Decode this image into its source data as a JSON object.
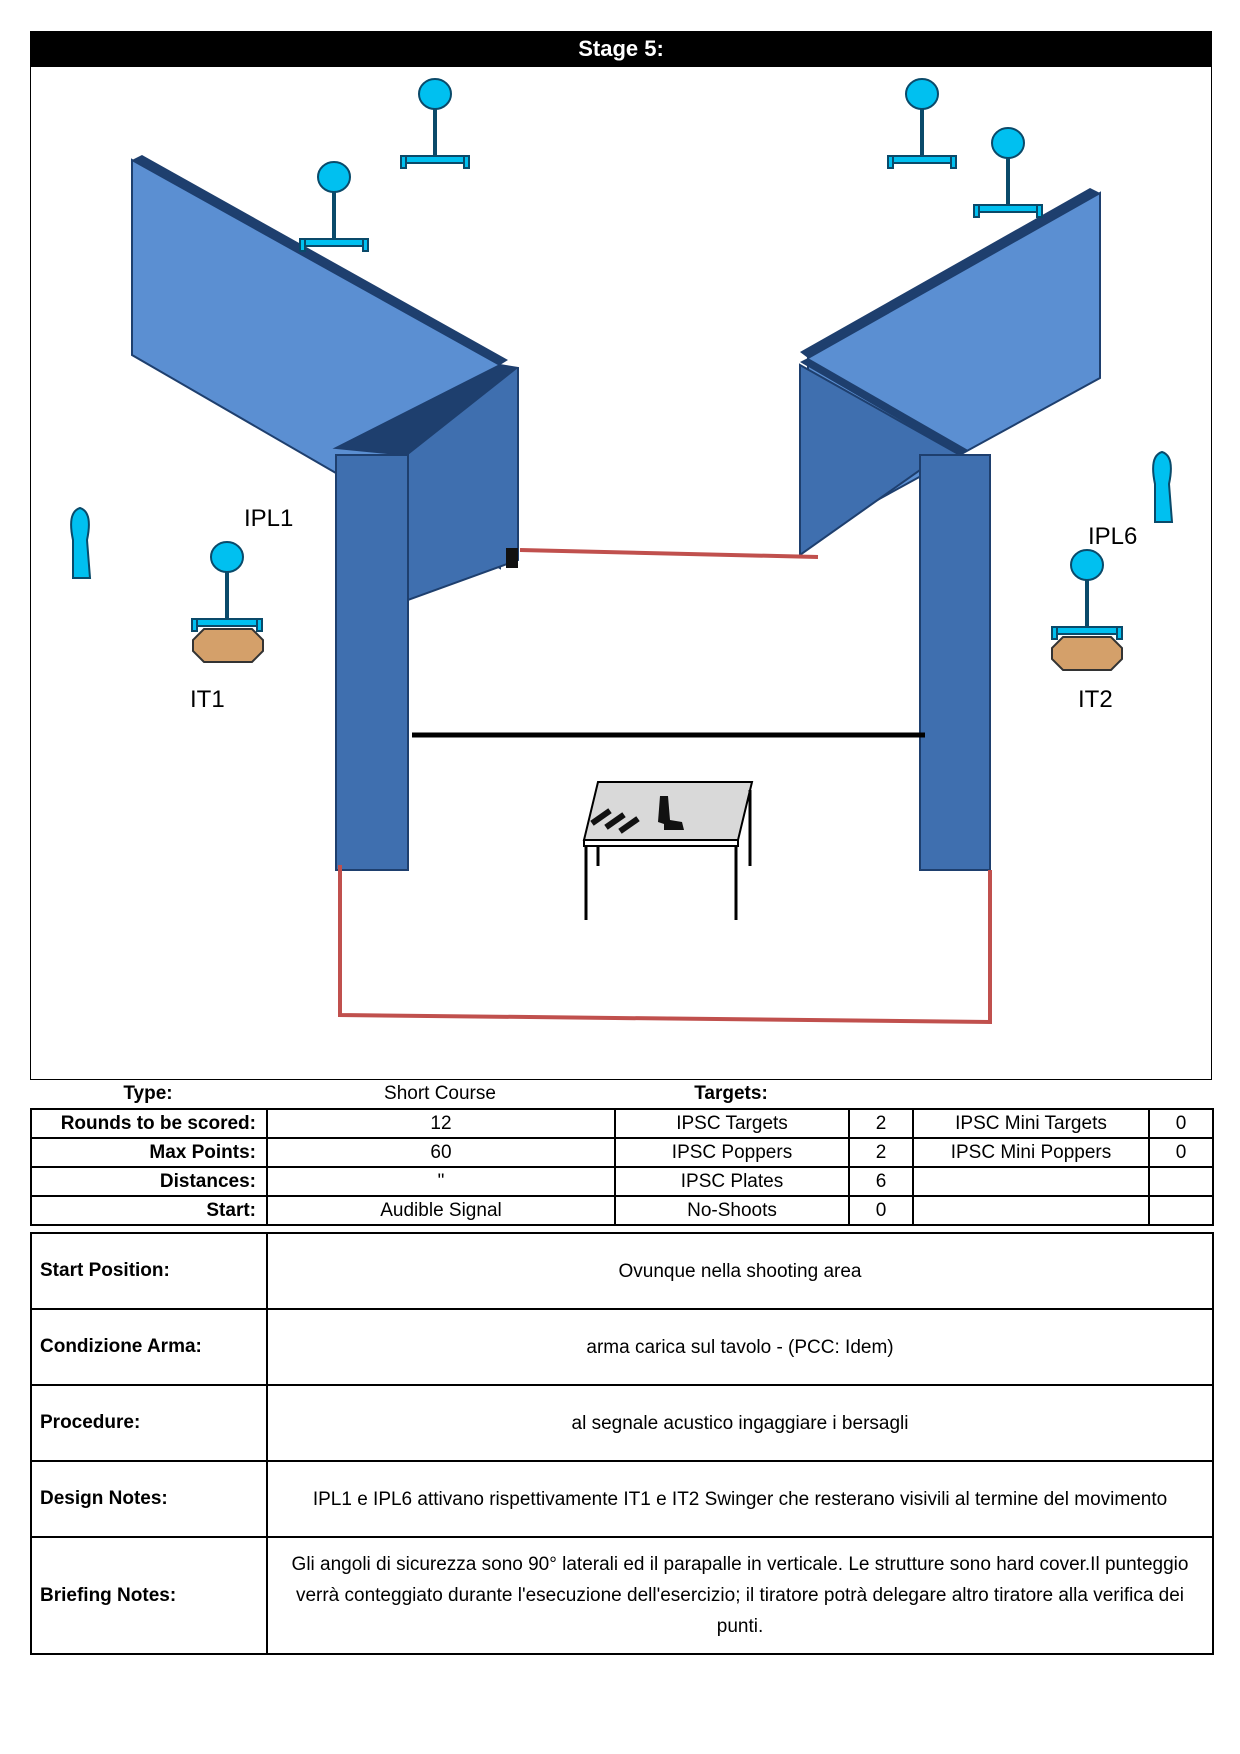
{
  "header": {
    "title": "Stage 5:"
  },
  "diagram": {
    "labels": {
      "ipl1": "IPL1",
      "ipl6": "IPL6",
      "it1": "IT1",
      "it2": "IT2"
    },
    "colors": {
      "wall": "#5b8fd2",
      "wall_dark": "#3f6faf",
      "wall_edge": "#1e3f6e",
      "target": "#00c0f0",
      "target_stroke": "#0a4a6a",
      "swinger_body": "#d4a06a",
      "fault_line": "#c0504d",
      "start_line": "#000000",
      "table_top": "#d9d9d9"
    }
  },
  "summary": {
    "type_label": "Type:",
    "type_value": "Short Course",
    "targets_label": "Targets:"
  },
  "grid": {
    "rows": [
      {
        "label": "Rounds to be scored:",
        "value": "12",
        "t1": "IPSC Targets",
        "t1v": "2",
        "t2": "IPSC Mini Targets",
        "t2v": "0"
      },
      {
        "label": "Max Points:",
        "value": "60",
        "t1": "IPSC Poppers",
        "t1v": "2",
        "t2": "IPSC Mini Poppers",
        "t2v": "0"
      },
      {
        "label": "Distances:",
        "value": "\"",
        "t1": "IPSC Plates",
        "t1v": "6",
        "t2": "",
        "t2v": ""
      },
      {
        "label": "Start:",
        "value": "Audible Signal",
        "t1": "No-Shoots",
        "t1v": "0",
        "t2": "",
        "t2v": ""
      }
    ]
  },
  "notes": [
    {
      "label": "Start Position:",
      "text": "Ovunque nella shooting area"
    },
    {
      "label": "Condizione Arma:",
      "text": "arma carica sul tavolo - (PCC: Idem)"
    },
    {
      "label": "Procedure:",
      "text": "al segnale acustico ingaggiare i bersagli"
    },
    {
      "label": "Design Notes:",
      "text": "IPL1 e IPL6 attivano rispettivamente IT1 e IT2 Swinger che resterano visivili al termine del movimento"
    },
    {
      "label": "Briefing Notes:",
      "text": "Gli angoli di sicurezza sono 90° laterali ed il parapalle in verticale. Le strutture sono hard cover.Il punteggio verrà conteggiato durante l'esecuzione dell'esercizio; il tiratore potrà delegare altro tiratore alla verifica  dei punti."
    }
  ]
}
